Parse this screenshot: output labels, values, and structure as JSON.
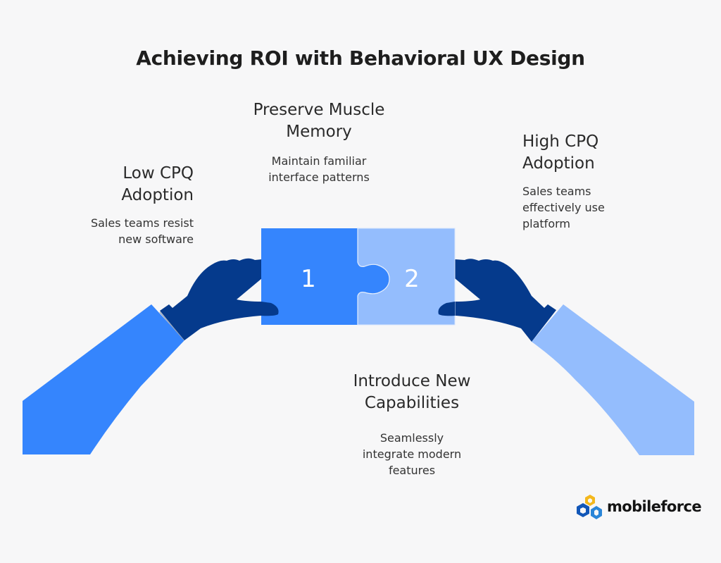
{
  "title": "Achieving ROI with Behavioral UX Design",
  "colors": {
    "background": "#f7f7f8",
    "primary_blue": "#3585fd",
    "light_blue": "#94bdfd",
    "dark_navy": "#053a8c",
    "text": "#262626"
  },
  "stages": {
    "start": {
      "heading_lines": [
        "Low CPQ",
        "Adoption"
      ],
      "description_lines": [
        "Sales teams resist",
        "new software"
      ]
    },
    "step1": {
      "heading_lines": [
        "Preserve Muscle",
        "Memory"
      ],
      "description_lines": [
        "Maintain familiar",
        "interface patterns"
      ]
    },
    "step2": {
      "heading_lines": [
        "Introduce New",
        "Capabilities"
      ],
      "description_lines": [
        "Seamlessly",
        "integrate modern",
        "features"
      ]
    },
    "end": {
      "heading_lines": [
        "High CPQ",
        "Adoption"
      ],
      "description_lines": [
        "Sales teams",
        "effectively use",
        "platform"
      ]
    }
  },
  "puzzle": {
    "pieces": [
      {
        "number": "1",
        "color": "#3585fd"
      },
      {
        "number": "2",
        "color": "#94bdfd"
      }
    ]
  },
  "illustration_icons": [
    "left-hand-icon",
    "right-hand-icon",
    "left-sleeve-icon",
    "right-sleeve-icon"
  ],
  "logo": {
    "text": "mobileforce",
    "icon": "hexagon-chain-logo-icon"
  }
}
